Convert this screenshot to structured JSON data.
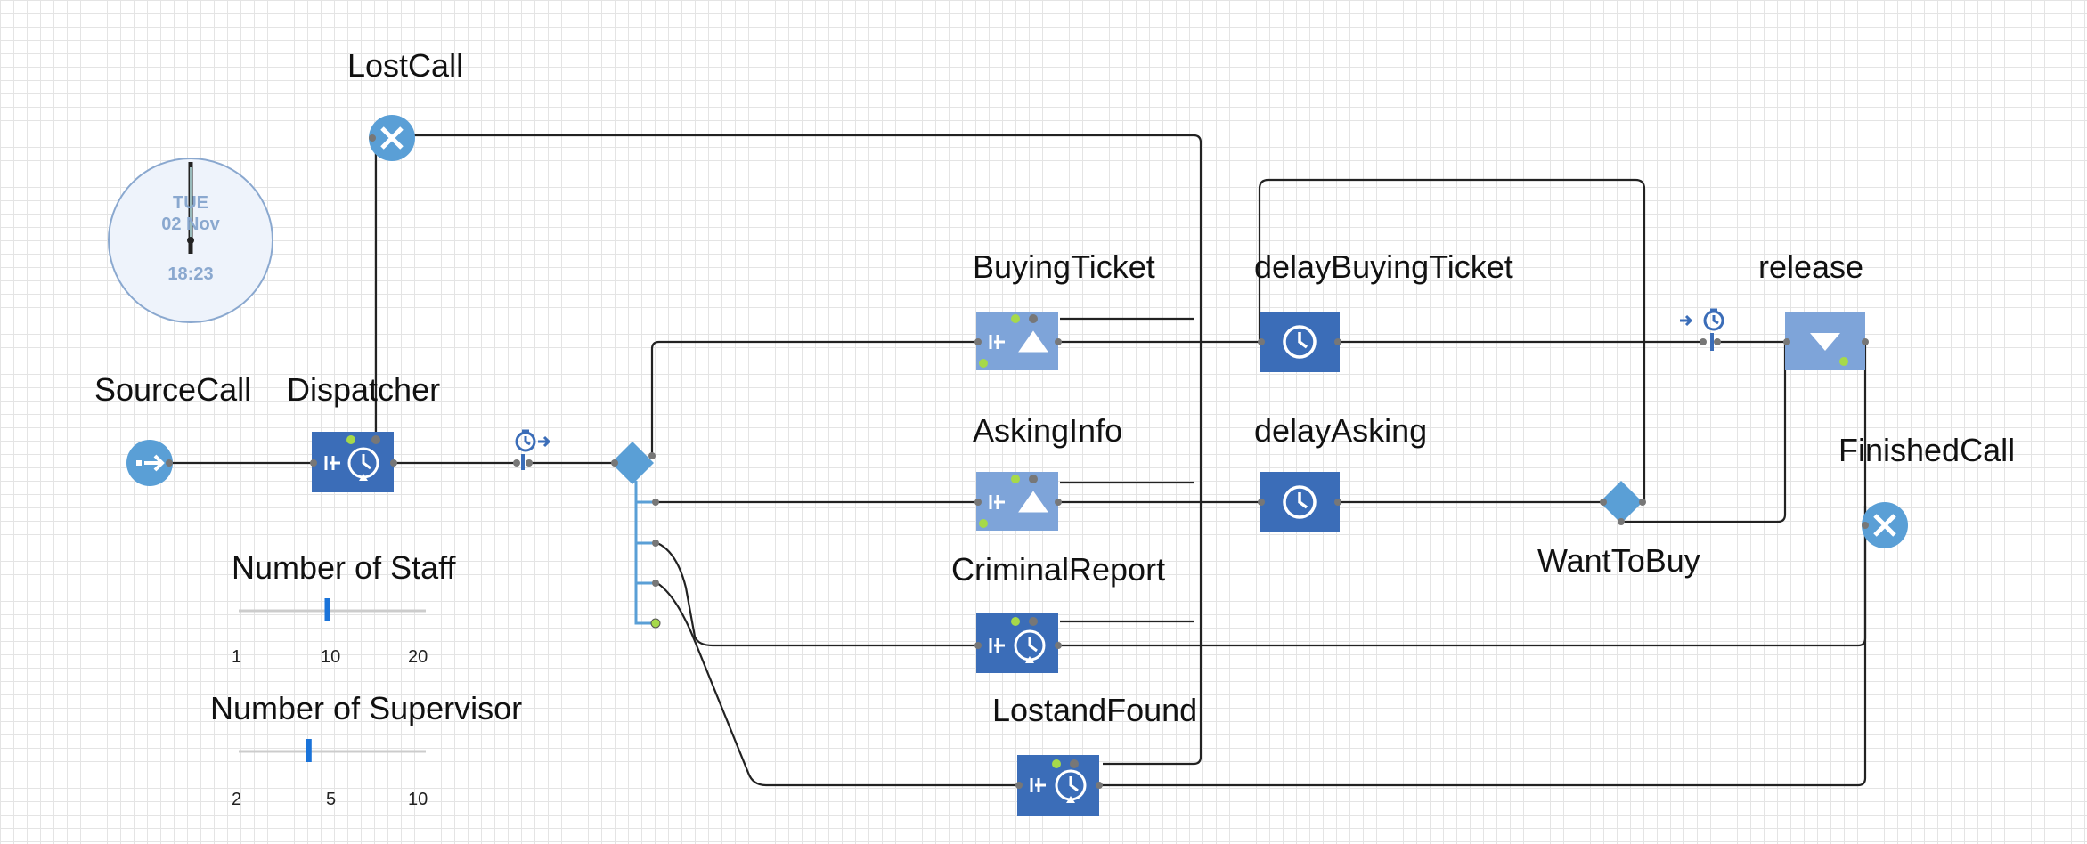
{
  "canvas": {
    "background": "#ffffff",
    "grid_color": "#e4e4e4"
  },
  "colors": {
    "block": "#3b6db8",
    "block_light": "#7ea4d9",
    "node": "#5a9fd6",
    "port": "#777777",
    "line": "#222222",
    "branch": "#5a9fd6"
  },
  "clock": {
    "day": "TUE",
    "date": "02 Nov",
    "time": "18:23"
  },
  "blocks": {
    "source_call": {
      "label": "SourceCall",
      "type": "source",
      "icon": "source-icon"
    },
    "dispatcher": {
      "label": "Dispatcher",
      "type": "service",
      "icon": "service-icon"
    },
    "lost_call": {
      "label": "LostCall",
      "type": "sink",
      "icon": "sink-icon"
    },
    "buying_ticket": {
      "label": "BuyingTicket",
      "type": "seize",
      "icon": "seize-icon"
    },
    "asking_info": {
      "label": "AskingInfo",
      "type": "seize",
      "icon": "seize-icon"
    },
    "criminal_report": {
      "label": "CriminalReport",
      "type": "service",
      "icon": "service-icon"
    },
    "lost_and_found": {
      "label": "LostandFound",
      "type": "service",
      "icon": "service-icon"
    },
    "delay_buying_ticket": {
      "label": "delayBuyingTicket",
      "type": "delay",
      "icon": "delay-icon"
    },
    "delay_asking": {
      "label": "delayAsking",
      "type": "delay",
      "icon": "delay-icon"
    },
    "want_to_buy": {
      "label": "WantToBuy",
      "type": "selectOutput",
      "icon": "diamond-icon"
    },
    "release": {
      "label": "release",
      "type": "release",
      "icon": "release-icon"
    },
    "finished_call": {
      "label": "FinishedCall",
      "type": "sink",
      "icon": "sink-icon"
    },
    "time_measure_start": {
      "label": "",
      "type": "timeMeasureStart",
      "icon": "time-measure-start-icon"
    },
    "time_measure_end": {
      "label": "",
      "type": "timeMeasureEnd",
      "icon": "time-measure-end-icon"
    },
    "select_output5": {
      "label": "",
      "type": "selectOutput5",
      "icon": "diamond-icon"
    }
  },
  "sliders": [
    {
      "label": "Number of Staff",
      "min": "1",
      "max": "20",
      "value": "10",
      "min_value": 1,
      "max_value": 20,
      "current": 10
    },
    {
      "label": "Number of Supervisor",
      "min": "2",
      "max": "10",
      "value": "5",
      "min_value": 2,
      "max_value": 10,
      "current": 5
    }
  ]
}
